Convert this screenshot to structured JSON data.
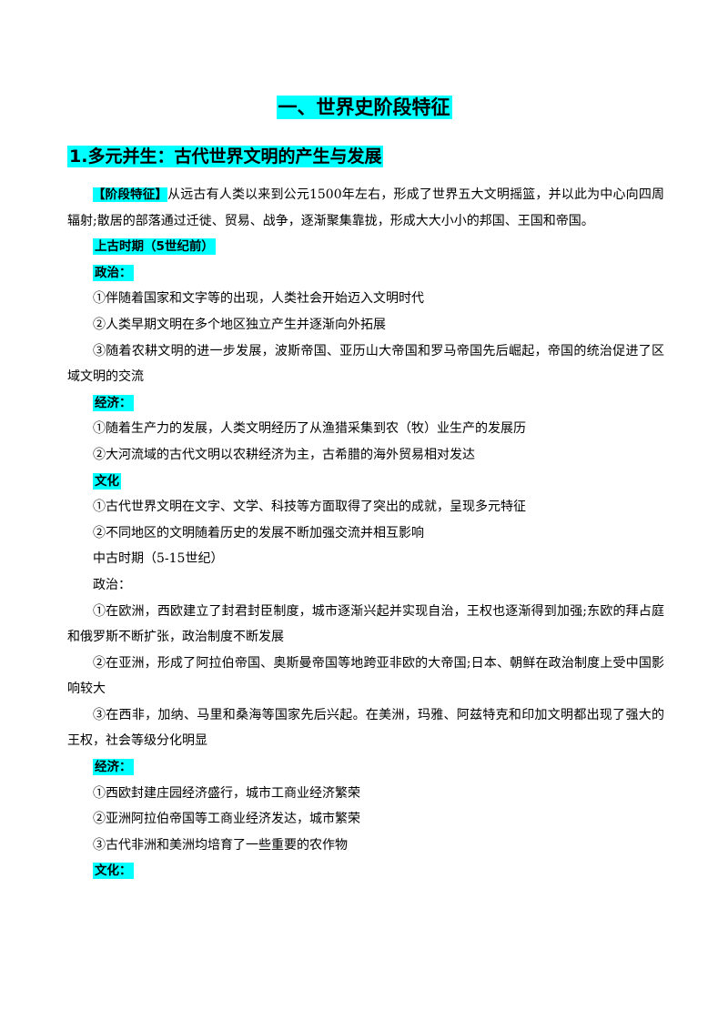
{
  "document": {
    "title": "一、世界史阶段特征",
    "section_heading": "1.多元并生：古代世界文明的产生与发展",
    "intro_tag": "【阶段特征】",
    "intro_text": "从远古有人类以来到公元1500年左右，形成了世界五大文明摇篮，并以此为中心向四周辐射;散居的部落通过迁徙、贸易、战争，逐渐聚集靠拢，形成大大小小的邦国、王国和帝国。",
    "ancient": {
      "period": "上古时期（5世纪前）",
      "politics_label": "政治：",
      "politics": [
        "①伴随着国家和文字等的出现，人类社会开始迈入文明时代",
        "②人类早期文明在多个地区独立产生并逐渐向外拓展",
        "③随着农耕文明的进一步发展，波斯帝国、亚历山大帝国和罗马帝国先后崛起，帝国的统治促进了区域文明的交流"
      ],
      "economy_label": "经济：",
      "economy": [
        "①随着生产力的发展，人类文明经历了从渔猎采集到农（牧）业生产的发展历",
        "②大河流域的古代文明以农耕经济为主，古希腊的海外贸易相对发达"
      ],
      "culture_label": "文化",
      "culture": [
        "①古代世界文明在文字、文学、科技等方面取得了突出的成就，呈现多元特征",
        "②不同地区的文明随着历史的发展不断加强交流并相互影响"
      ]
    },
    "medieval": {
      "period": "中古时期（5-15世纪）",
      "politics_label": "政治：",
      "politics": [
        "①在欧洲，西欧建立了封君封臣制度，城市逐渐兴起并实现自治，王权也逐渐得到加强;东欧的拜占庭和俄罗斯不断扩张，政治制度不断发展",
        "②在亚洲，形成了阿拉伯帝国、奥斯曼帝国等地跨亚非欧的大帝国;日本、朝鲜在政治制度上受中国影响较大",
        "③在西非，加纳、马里和桑海等国家先后兴起。在美洲，玛雅、阿兹特克和印加文明都出现了强大的王权，社会等级分化明显"
      ],
      "economy_label": "经济：",
      "economy": [
        "①西欧封建庄园经济盛行，城市工商业经济繁荣",
        "②亚洲阿拉伯帝国等工商业经济发达，城市繁荣",
        "③古代非洲和美洲均培育了一些重要的农作物"
      ],
      "culture_label": "文化："
    }
  },
  "colors": {
    "highlight": "#00ffff",
    "text": "#000000",
    "background": "#ffffff"
  }
}
